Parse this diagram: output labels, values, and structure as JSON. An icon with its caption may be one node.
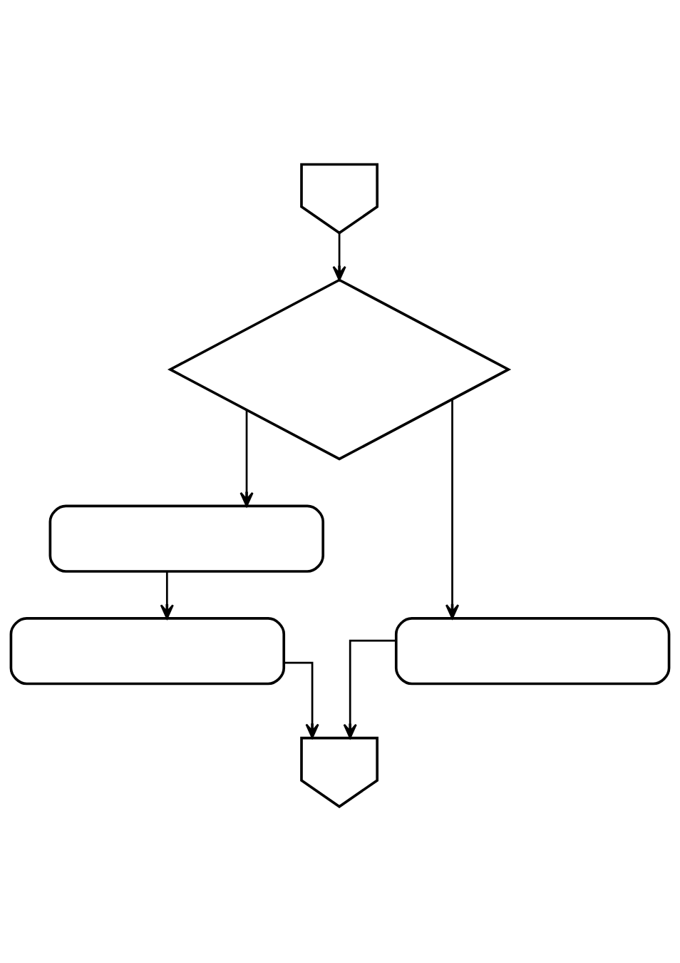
{
  "diagram": {
    "nodes": [
      {
        "text": [],
        "shape": "pentagon"
      },
      {
        "text": [],
        "shape": "diamond"
      },
      {
        "text": [],
        "shape": "box"
      },
      {
        "text": [],
        "shape": "box"
      },
      {
        "text": [],
        "shape": "box"
      },
      {
        "text": [],
        "shape": "pentagon"
      }
    ],
    "edges": [
      {
        "from": 0,
        "to": 1,
        "arrow": "to"
      },
      {
        "from": 1,
        "to": 3,
        "arrow": "to"
      },
      {
        "from": 1,
        "to": 2,
        "arrow": "to"
      },
      {
        "from": 2,
        "to": 4,
        "arrow": "to"
      },
      {
        "from": 3,
        "to": 5,
        "arrow": "to"
      },
      {
        "from": 4,
        "to": 5,
        "arrow": "to"
      }
    ]
  }
}
